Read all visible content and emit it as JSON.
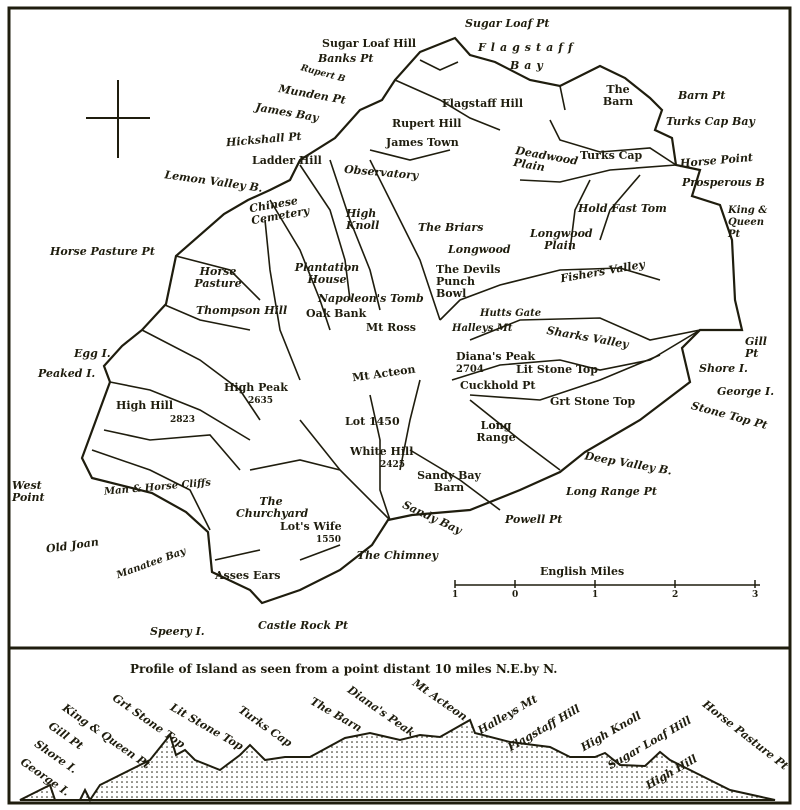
{
  "map": {
    "labels": {
      "sugar_loaf_pt": "Sugar Loaf Pt",
      "sugar_loaf_hill": "Sugar Loaf Hill",
      "flagstaff": "Flagstaff",
      "bay": "Bay",
      "banks_pt": "Banks Pt",
      "rupert_b": "Rupert B",
      "munden_pt": "Munden Pt",
      "james_bay": "James Bay",
      "flagstaff_hill": "Flagstaff Hill",
      "the_barn": "The Barn",
      "barn_pt": "Barn Pt",
      "turks_cap_bay": "Turks Cap Bay",
      "rupert_hill": "Rupert Hill",
      "james_town": "James Town",
      "hickshall_pt": "Hickshall Pt",
      "ladder_hill": "Ladder Hill",
      "observatory": "Observatory",
      "deadwood_plain": "Deadwood Plain",
      "turks_cap": "Turks Cap",
      "horse_point": "Horse Point",
      "prosperous_b": "Prosperous B",
      "lemon_valley_b": "Lemon Valley B.",
      "chinese_cemetery": "Chinese Cemetery",
      "high_knoll": "High Knoll",
      "the_briars": "The Briars",
      "hold_fast_tom": "Hold Fast Tom",
      "king_queen_pt": "King & Queen Pt",
      "longwood_plain": "Longwood Plain",
      "longwood": "Longwood",
      "horse_pasture_pt": "Horse Pasture Pt",
      "horse_pasture": "Horse Pasture",
      "plantation_house": "Plantation House",
      "devils_punch_bowl": "The Devils Punch Bowl",
      "napoleons_tomb": "Napoleon's Tomb",
      "fishers_valley": "Fishers Valley",
      "oak_bank": "Oak Bank",
      "mt_ross": "Mt Ross",
      "thompson_hill": "Thompson Hill",
      "hutts_gate": "Hutts Gate",
      "halleys_mt": "Halleys Mt",
      "sharks_valley": "Sharks Valley",
      "gill_pt": "Gill Pt",
      "egg_i": "Egg I.",
      "dianas_peak": "Diana's Peak",
      "dianas_peak_height": "2704",
      "lit_stone_top": "Lit Stone Top",
      "shore_i": "Shore I.",
      "peaked_i": "Peaked I.",
      "mt_acteon": "Mt Acteon",
      "high_peak": "High Peak",
      "high_peak_height": "2635",
      "cuckhold_pt": "Cuckhold Pt",
      "grt_stone_top": "Grt Stone Top",
      "george_i": "George I.",
      "stone_top_pt": "Stone Top Pt",
      "high_hill": "High Hill",
      "high_hill_height": "2823",
      "lot": "Lot 1450",
      "long_range": "Long Range",
      "white_hill": "White Hill",
      "white_hill_height": "2425",
      "deep_valley_b": "Deep Valley B.",
      "sandy_bay_barn": "Sandy Bay Barn",
      "west_point": "West Point",
      "man_horse_cliffs": "Man & Horse Cliffs",
      "the_churchyard": "The Churchyard",
      "long_range_pt": "Long Range Pt",
      "lots_wife": "Lot's Wife",
      "lots_wife_height": "1550",
      "sandy_bay": "Sandy Bay",
      "powell_pt": "Powell Pt",
      "old_joan": "Old Joan",
      "the_chimney": "The Chimney",
      "manatee_bay": "Manatee Bay",
      "asses_ears": "Asses Ears",
      "speery_i": "Speery I.",
      "castle_rock_pt": "Castle Rock Pt"
    },
    "scale": {
      "title": "English Miles",
      "ticks": [
        "1",
        "0",
        "1",
        "2",
        "3"
      ]
    }
  },
  "profile": {
    "title": "Profile of Island as seen from a point distant 10 miles N.E.by N.",
    "labels": [
      "George I.",
      "Shore I.",
      "Gill Pt",
      "King & Queen Pt",
      "Grt Stone Top",
      "Lit Stone Top",
      "Turks Cap",
      "The Barn",
      "Diana's Peak",
      "Mt Acteon",
      "Halleys Mt",
      "Flagstaff Hill",
      "High Knoll",
      "Sugar Loaf Hill",
      "High Hill",
      "Horse Pasture Pt"
    ]
  },
  "colors": {
    "ink": "#1f1d0e",
    "paper": "#ffffff"
  }
}
